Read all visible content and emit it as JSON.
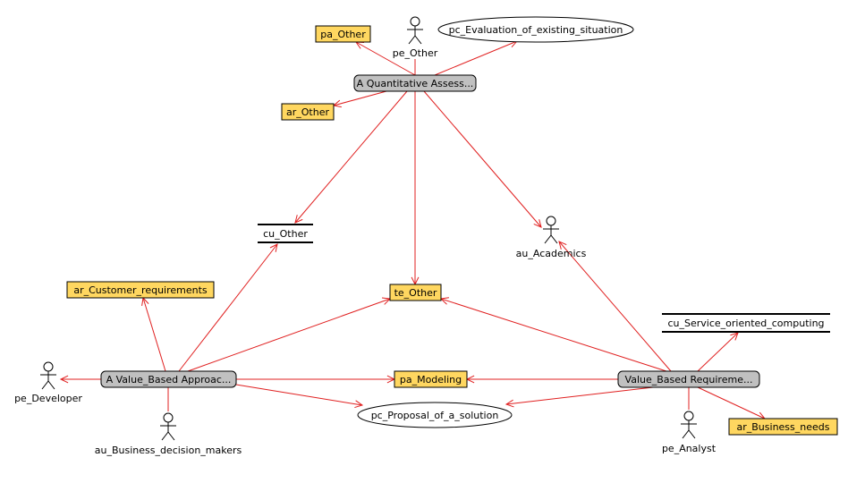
{
  "nodes": {
    "n_pa_other": {
      "label": "pa_Other",
      "kind": "box"
    },
    "n_pe_other": {
      "label": "pe_Other",
      "kind": "actor"
    },
    "n_pc_eval": {
      "label": "pc_Evaluation_of_existing_situation",
      "kind": "ellipse"
    },
    "n_quant": {
      "label": "A Quantitative Assess...",
      "kind": "rounded"
    },
    "n_ar_other": {
      "label": "ar_Other",
      "kind": "box"
    },
    "n_cu_other": {
      "label": "cu_Other",
      "kind": "bars"
    },
    "n_au_academics": {
      "label": "au_Academics",
      "kind": "actor"
    },
    "n_ar_custreq": {
      "label": "ar_Customer_requirements",
      "kind": "box"
    },
    "n_te_other": {
      "label": "te_Other",
      "kind": "box"
    },
    "n_cu_soc": {
      "label": "cu_Service_oriented_computing",
      "kind": "bars"
    },
    "n_pe_developer": {
      "label": "pe_Developer",
      "kind": "actor"
    },
    "n_value_approach": {
      "label": "A Value_Based Approac...",
      "kind": "rounded"
    },
    "n_pa_modeling": {
      "label": "pa_Modeling",
      "kind": "box"
    },
    "n_value_req": {
      "label": "Value_Based Requireme...",
      "kind": "rounded"
    },
    "n_pc_proposal": {
      "label": "pc_Proposal_of_a_solution",
      "kind": "ellipse"
    },
    "n_au_bdm": {
      "label": "au_Business_decision_makers",
      "kind": "actor"
    },
    "n_pe_analyst": {
      "label": "pe_Analyst",
      "kind": "actor"
    },
    "n_ar_busneeds": {
      "label": "ar_Business_needs",
      "kind": "box"
    }
  },
  "edges": [
    {
      "from": "n_quant",
      "to": "n_pa_other",
      "arrow": true
    },
    {
      "from": "n_quant",
      "to": "n_pe_other",
      "arrow": false
    },
    {
      "from": "n_quant",
      "to": "n_pc_eval",
      "arrow": true
    },
    {
      "from": "n_quant",
      "to": "n_ar_other",
      "arrow": true
    },
    {
      "from": "n_quant",
      "to": "n_cu_other",
      "arrow": true
    },
    {
      "from": "n_quant",
      "to": "n_te_other",
      "arrow": true
    },
    {
      "from": "n_quant",
      "to": "n_au_academics",
      "arrow": true
    },
    {
      "from": "n_value_approach",
      "to": "n_cu_other",
      "arrow": true
    },
    {
      "from": "n_value_approach",
      "to": "n_ar_custreq",
      "arrow": true
    },
    {
      "from": "n_value_approach",
      "to": "n_te_other",
      "arrow": true
    },
    {
      "from": "n_value_approach",
      "to": "n_pe_developer",
      "arrow": true
    },
    {
      "from": "n_value_approach",
      "to": "n_pa_modeling",
      "arrow": true
    },
    {
      "from": "n_value_approach",
      "to": "n_pc_proposal",
      "arrow": true
    },
    {
      "from": "n_value_approach",
      "to": "n_au_bdm",
      "arrow": false
    },
    {
      "from": "n_value_req",
      "to": "n_au_academics",
      "arrow": true
    },
    {
      "from": "n_value_req",
      "to": "n_te_other",
      "arrow": true
    },
    {
      "from": "n_value_req",
      "to": "n_cu_soc",
      "arrow": true
    },
    {
      "from": "n_value_req",
      "to": "n_pa_modeling",
      "arrow": true
    },
    {
      "from": "n_value_req",
      "to": "n_pc_proposal",
      "arrow": true
    },
    {
      "from": "n_value_req",
      "to": "n_ar_busneeds",
      "arrow": true
    },
    {
      "from": "n_value_req",
      "to": "n_pe_analyst",
      "arrow": false
    }
  ],
  "colors": {
    "edge": "#e02020",
    "box_fill": "#ffd760",
    "rounded_fill": "#c0c0c0",
    "stroke": "#000000"
  }
}
